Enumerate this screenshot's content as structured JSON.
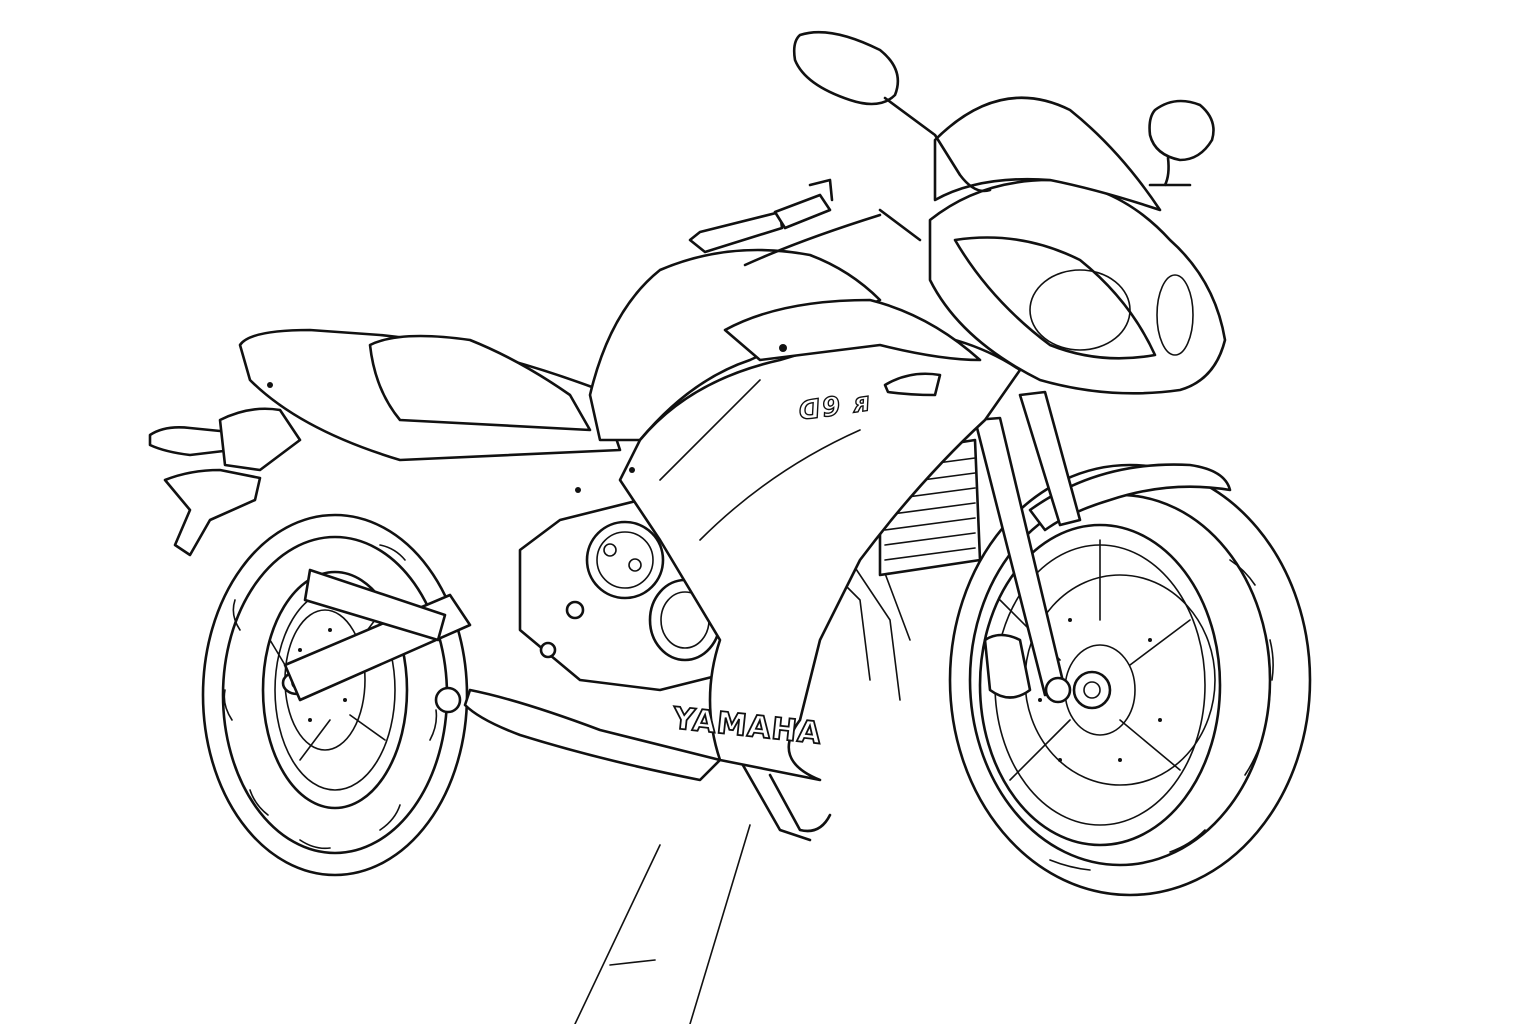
{
  "illustration": {
    "subject": "motorcycle",
    "style": "black line art coloring page",
    "brand_text": "YAMAHA",
    "model_text": "ᗡ9 ᴙ"
  },
  "colors": {
    "line": "#111111",
    "background": "#ffffff"
  }
}
